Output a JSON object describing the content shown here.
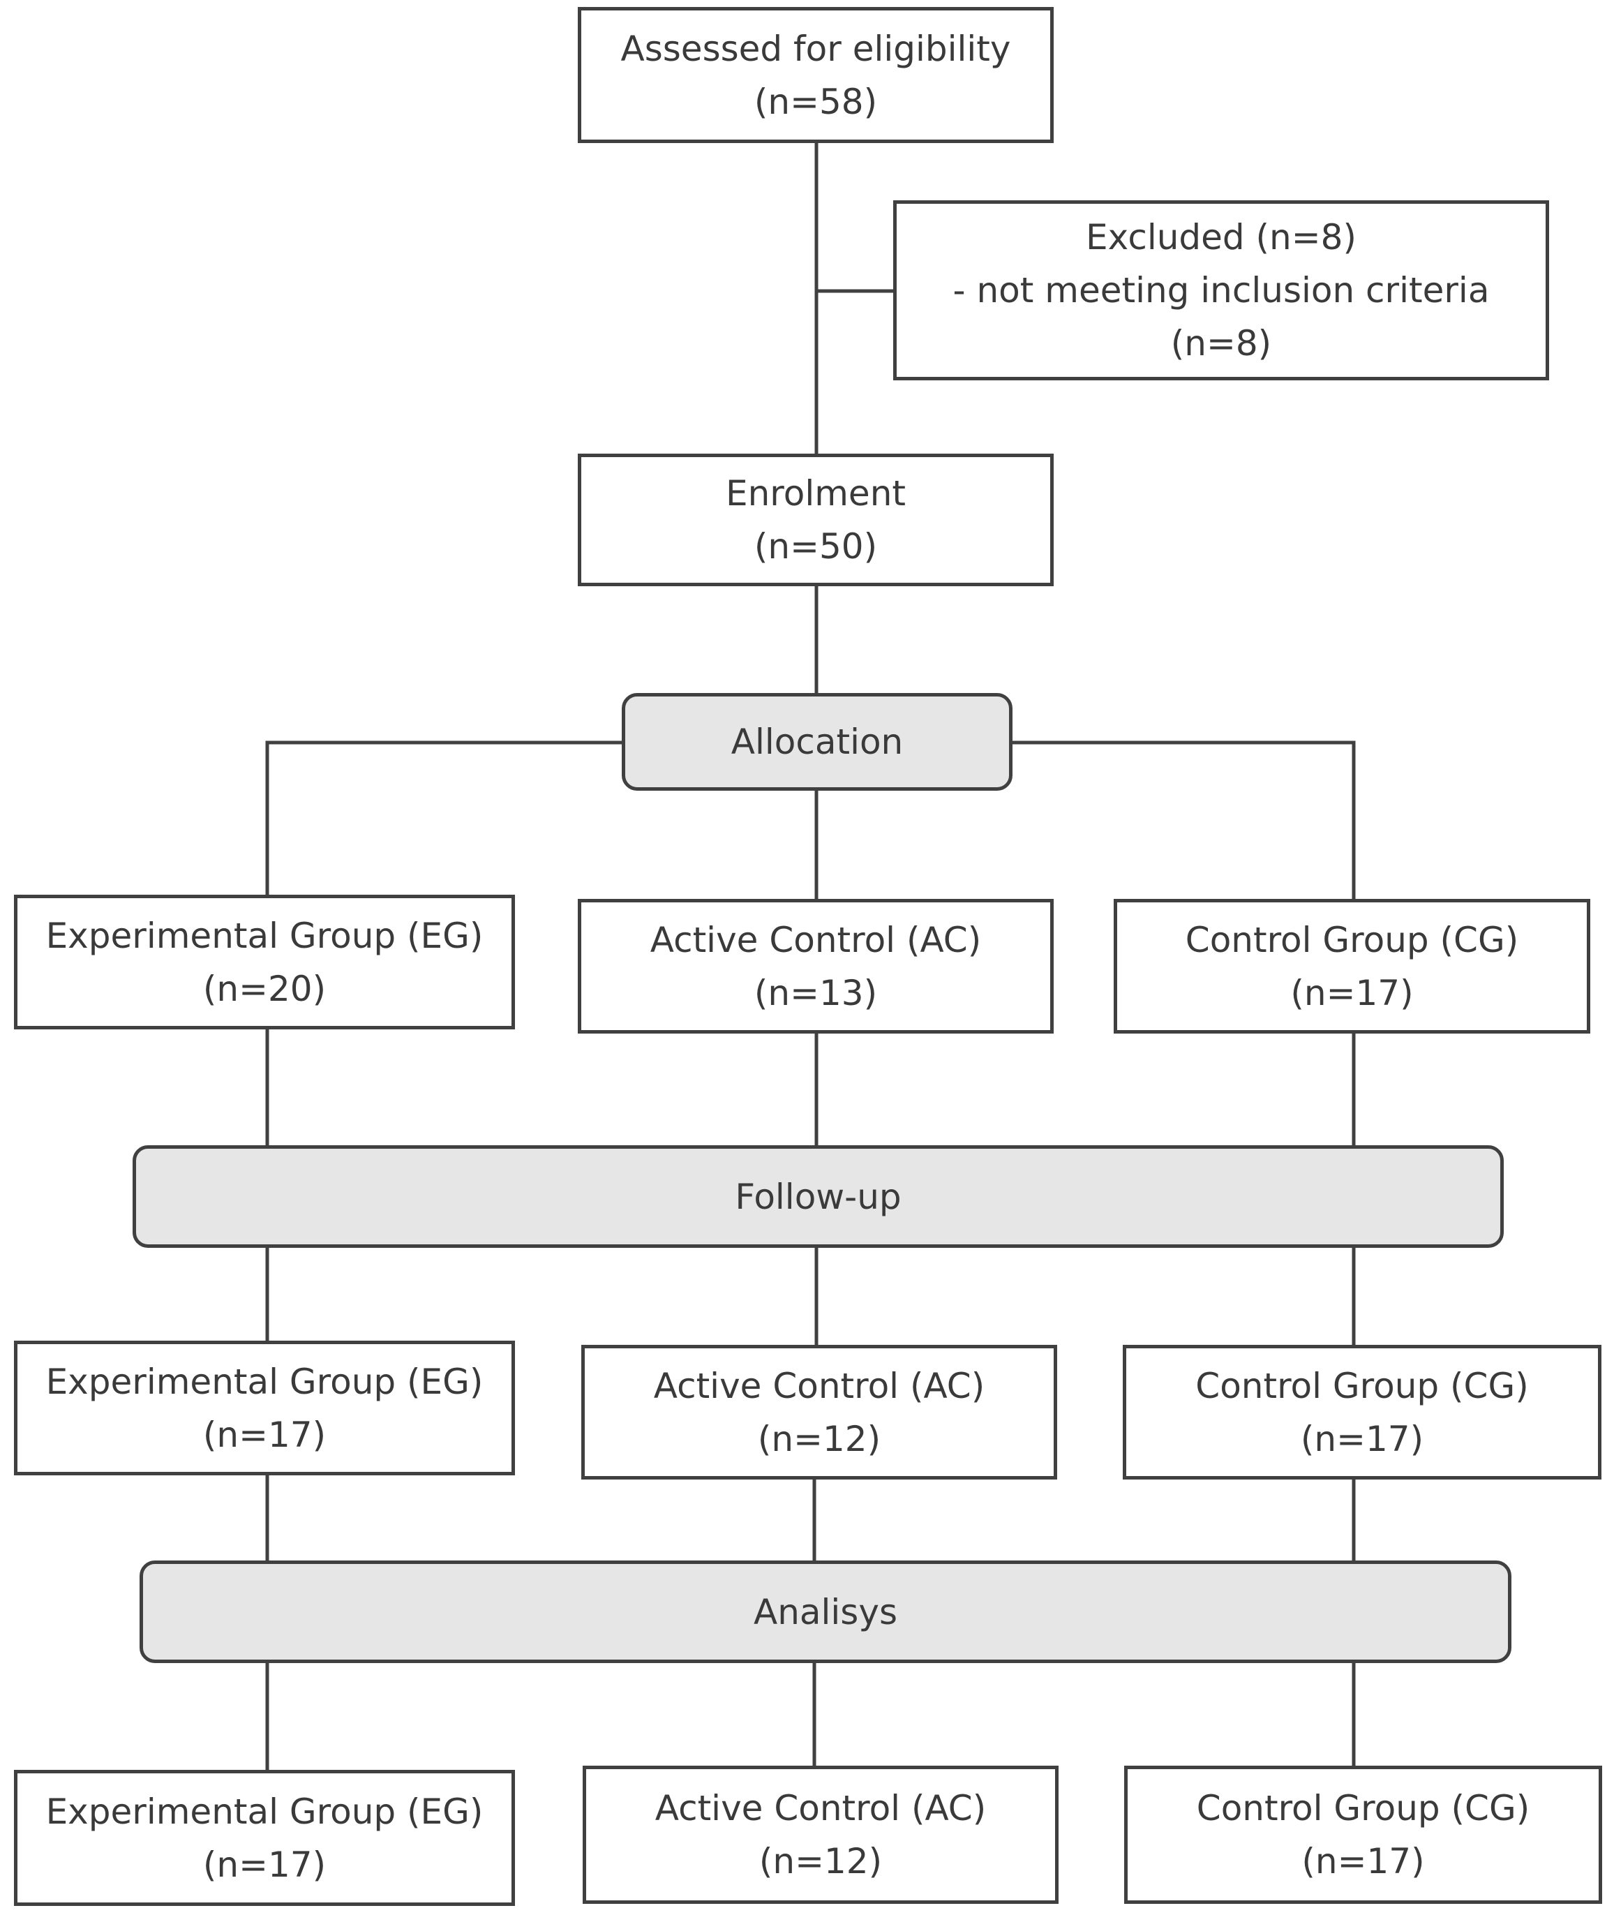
{
  "assessed": {
    "label": "Assessed for eligibility",
    "n": "(n=58)"
  },
  "excluded": {
    "label": "Excluded (n=8)",
    "reason": "- not meeting inclusion criteria",
    "n": "(n=8)"
  },
  "enrolment": {
    "label": "Enrolment",
    "n": "(n=50)"
  },
  "stages": {
    "allocation": "Allocation",
    "followup": "Follow-up",
    "analysis": "Analisys"
  },
  "groups": {
    "allocation": [
      {
        "label": "Experimental  Group (EG)",
        "n": "(n=20)"
      },
      {
        "label": "Active Control (AC)",
        "n": "(n=13)"
      },
      {
        "label": "Control Group (CG)",
        "n": "(n=17)"
      }
    ],
    "followup": [
      {
        "label": "Experimental  Group (EG)",
        "n": "(n=17)"
      },
      {
        "label": "Active Control (AC)",
        "n": "(n=12)"
      },
      {
        "label": "Control Group (CG)",
        "n": "(n=17)"
      }
    ],
    "analysis": [
      {
        "label": "Experimental  Group (EG)",
        "n": "(n=17)"
      },
      {
        "label": "Active Control (AC)",
        "n": "(n=12)"
      },
      {
        "label": "Control Group (CG)",
        "n": "(n=17)"
      }
    ]
  }
}
